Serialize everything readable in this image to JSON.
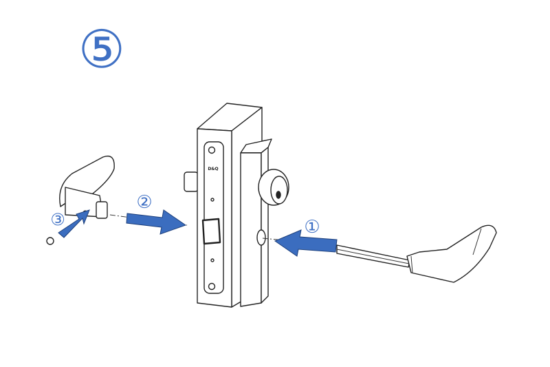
{
  "step_number": "⑤",
  "callouts": {
    "one": "①",
    "two": "②",
    "three": "③"
  },
  "lock_brand": "D&Q",
  "colors": {
    "accent": "#3f70c4",
    "arrow": "#3b6dbf",
    "line": "#222222"
  },
  "icons": [
    "step-circle-icon",
    "arrow-right-icon",
    "arrow-left-icon",
    "arrow-up-right-icon"
  ]
}
